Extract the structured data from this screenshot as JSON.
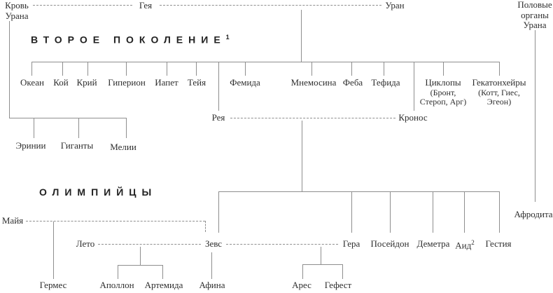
{
  "colors": {
    "background": "#ffffff",
    "line": "#8e8e8e",
    "text": "#2e2e2e"
  },
  "headings": {
    "second_generation": "ВТОРОЕ ПОКОЛЕНИЕ",
    "second_generation_note": "1",
    "olympians": "ОЛИМПИЙЦЫ"
  },
  "primordial": {
    "blood_of_uranus": "Кровь Урана",
    "gaia": "Гея",
    "uranus": "Уран",
    "genitals_of_uranus": "Половые органы Урана"
  },
  "titans": {
    "oceanus": "Океан",
    "coeus": "Кой",
    "crius": "Крий",
    "hyperion": "Гиперион",
    "iapetus": "Иапет",
    "theia": "Тейя",
    "themis": "Фемида",
    "mnemosyne": "Мнемосина",
    "phoebe": "Феба",
    "tethys": "Тефида",
    "cyclopes_name": "Циклопы",
    "cyclopes_members": "(Бронт, Стероп, Арг)",
    "hecatoncheires_name": "Гекатонхейры",
    "hecatoncheires_members": "(Котт, Гиес, Эгеон)"
  },
  "couple_titans": {
    "rhea": "Рея",
    "cronus": "Кронос"
  },
  "blood_children": {
    "erinyes": "Эринии",
    "giants": "Гиганты",
    "meliae": "Мелии"
  },
  "mothers": {
    "maia": "Майя",
    "leto": "Лето"
  },
  "olympians": {
    "zeus": "Зевс",
    "hera": "Гера",
    "poseidon": "Посейдон",
    "demeter": "Деметра",
    "hades": "Аид",
    "hades_note": "2",
    "hestia": "Гестия",
    "aphrodite": "Афродита"
  },
  "zeus_children": {
    "hermes": "Гермес",
    "apollo": "Аполлон",
    "artemis": "Артемида",
    "athena": "Афина",
    "ares": "Арес",
    "hephaestus": "Гефест"
  }
}
